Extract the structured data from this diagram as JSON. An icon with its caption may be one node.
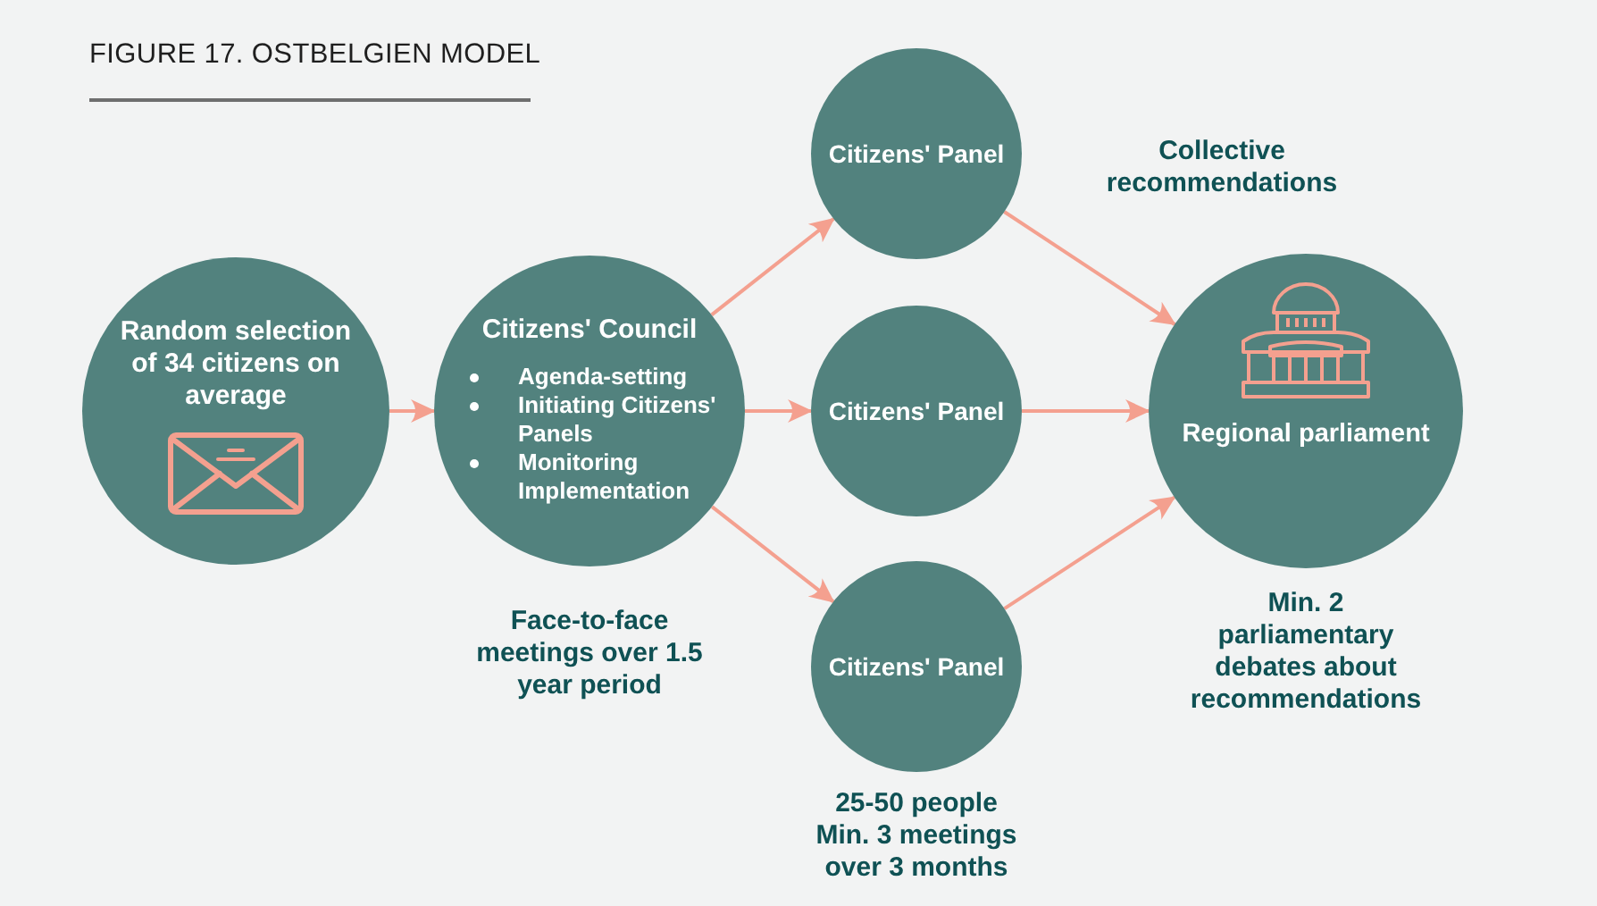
{
  "diagram": {
    "title": "FIGURE 17. OSTBELGIEN MODEL",
    "nodes": [
      {
        "text": [
          "Random selection of 34 citizens on average"
        ]
      },
      {
        "text": [
          "Citizens' Council",
          "Agenda-setting",
          "Initiating Citizens' Panels",
          "Monitoring Implementation"
        ],
        "beside": [
          "Face-to-face meetings over 1.5 year period"
        ]
      },
      {
        "text": [
          "Citizens' Panel"
        ]
      },
      {
        "text": [
          "Citizens' Panel"
        ]
      },
      {
        "text": [
          "Citizens' Panel"
        ],
        "beside": [
          "25-50 people Min. 3 meetings over 3 months"
        ]
      },
      {
        "text": [
          "Regional parliament"
        ],
        "beside": [
          "Min. 2 parliamentary debates about recommendations"
        ]
      }
    ],
    "edges": [
      {
        "from": 0,
        "to": 1,
        "arrow": "to"
      },
      {
        "from": 1,
        "to": 2,
        "arrow": "to"
      },
      {
        "from": 1,
        "to": 3,
        "arrow": "to"
      },
      {
        "from": 1,
        "to": 4,
        "arrow": "to"
      },
      {
        "from": 2,
        "to": 5,
        "arrow": "to"
      },
      {
        "from": 3,
        "to": 5,
        "arrow": "to"
      },
      {
        "from": 4,
        "to": 5,
        "arrow": "to"
      }
    ],
    "labels": [
      "Collective recommendations"
    ]
  }
}
